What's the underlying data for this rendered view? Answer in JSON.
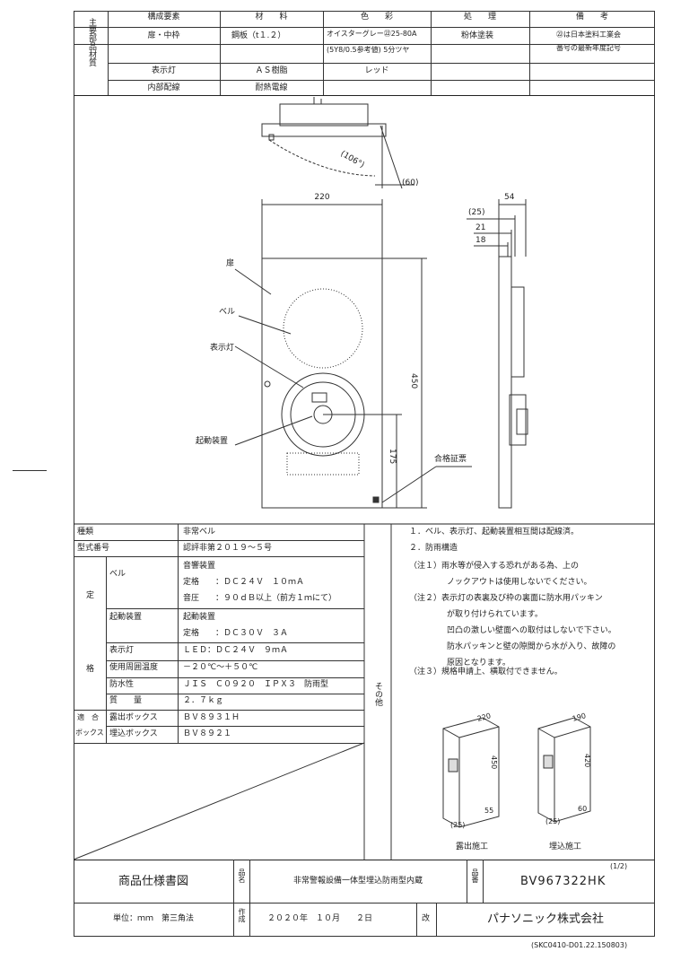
{
  "materials_table": {
    "side_label": "主要部品材質",
    "headers": [
      "構成要素",
      "材　　料",
      "色　　彩",
      "処　　理",
      "備　　考"
    ],
    "rows": [
      {
        "element": "扉・中枠",
        "material": "鋼板（t１.２）",
        "color_line1": "オイスターグレー㉒25-80A",
        "color_line2": "(5Y8/0.5参考値) 5分ツヤ",
        "treatment": "粉体塗装",
        "remark_line1": "㉒は日本塗料工業会",
        "remark_line2": "番号の最新年度記号"
      },
      {
        "element": "表示灯",
        "material": "ＡＳ樹脂",
        "color_line1": "レッド"
      },
      {
        "element": "内部配線",
        "material": "耐熱電線"
      }
    ]
  },
  "drawing": {
    "dims": {
      "open_angle": "(106°)",
      "hinge_offset": "(60)",
      "width": "220",
      "depth": "54",
      "d25": "(25)",
      "d21": "21",
      "d18": "18",
      "height": "450",
      "button_height": "175"
    },
    "labels": {
      "door": "扉",
      "bell": "ベル",
      "lamp": "表示灯",
      "trigger": "起動装置",
      "cert": "合格証票"
    }
  },
  "spec_table": {
    "type_label": "種類",
    "type_value": "非常ベル",
    "model_label": "型式番号",
    "model_value": "認評非第２０１９～５号",
    "group_rating": "定",
    "group_spec": "格",
    "bell_label": "ベル",
    "bell_lines": [
      "音響装置",
      "定格　　：ＤＣ２４Ｖ　１０ｍＡ",
      "音圧　　：９０ｄＢ以上（前方１ｍにて）"
    ],
    "trigger_label": "起動装置",
    "trigger_lines": [
      "起動装置",
      "定格　　：ＤＣ３０Ｖ　３Ａ"
    ],
    "lamp_label": "表示灯",
    "lamp_value": "ＬＥＤ：ＤＣ２４Ｖ　９ｍＡ",
    "temp_label": "使用周囲温度",
    "temp_value": "－２０℃～＋５０℃",
    "water_label": "防水性",
    "water_value": "ＪＩＳ　Ｃ０９２０　ＩＰＸ３　防雨型",
    "mass_label": "質　　量",
    "mass_value": "２．７ｋｇ",
    "box_group_top": "適　合",
    "box_group_bottom": "ボックス",
    "exposed_label": "露出ボックス",
    "exposed_value": "ＢＶ８９３１Ｈ",
    "embedded_label": "埋込ボックス",
    "embedded_value": "ＢＶ８９２１"
  },
  "notes": {
    "side_label": "その他",
    "lines": [
      "１．ベル、表示灯、起動装置相互間は配線済。",
      "２．防雨構造",
      "（注１）雨水等が侵入する恐れがある為、上の",
      "ノックアウトは使用しないでください。",
      "（注２）表示灯の表裏及び枠の裏面に防水用パッキン",
      "が取り付けられています。",
      "凹凸の激しい壁面への取付はしないで下さい。",
      "防水パッキンと壁の隙間から水が入り、故障の",
      "原因となります。",
      "（注３）規格申請上、横取付できません。"
    ],
    "exposed": {
      "w": "220",
      "h": "450",
      "d": "(25)",
      "d2": "55",
      "caption": "露出施工"
    },
    "embedded": {
      "w": "190",
      "h": "420",
      "d": "(25)",
      "d2": "60",
      "caption": "埋込施工"
    }
  },
  "title_block": {
    "doc_type": "商品仕様書図",
    "name_label": "品名",
    "product_name": "非常警報設備一体型埋込防雨型内蔵",
    "number_label": "品番",
    "sheet": "(1/2)",
    "product_number": "BV967322HK",
    "unit": "単位：ｍｍ　第三角法",
    "made_label": "作成",
    "date": "２０２０年　１０月　　２日",
    "rev_label": "改",
    "company": "パナソニック株式会社"
  },
  "footer_code": "(SKC0410-D01.22.150803)"
}
